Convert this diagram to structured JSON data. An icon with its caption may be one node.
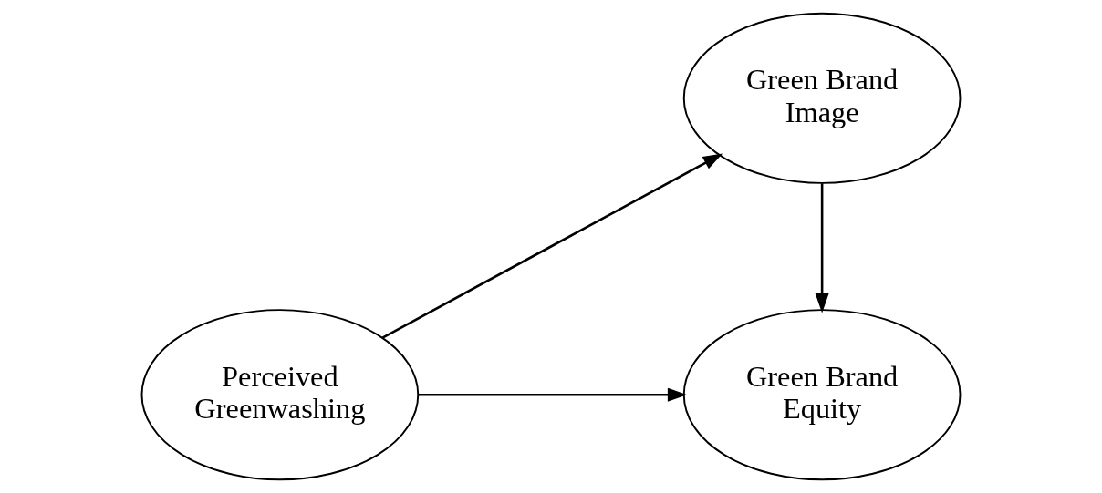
{
  "diagram": {
    "nodes": [
      {
        "text": [
          "Perceived Greenwashing"
        ]
      },
      {
        "text": [
          "Green Brand Image"
        ]
      },
      {
        "text": [
          "Green Brand Equity"
        ]
      }
    ],
    "edges": [
      {
        "from": 0,
        "to": 1,
        "arrow": "to"
      },
      {
        "from": 1,
        "to": 2,
        "arrow": "to"
      },
      {
        "from": 0,
        "to": 2,
        "arrow": "to"
      }
    ]
  }
}
